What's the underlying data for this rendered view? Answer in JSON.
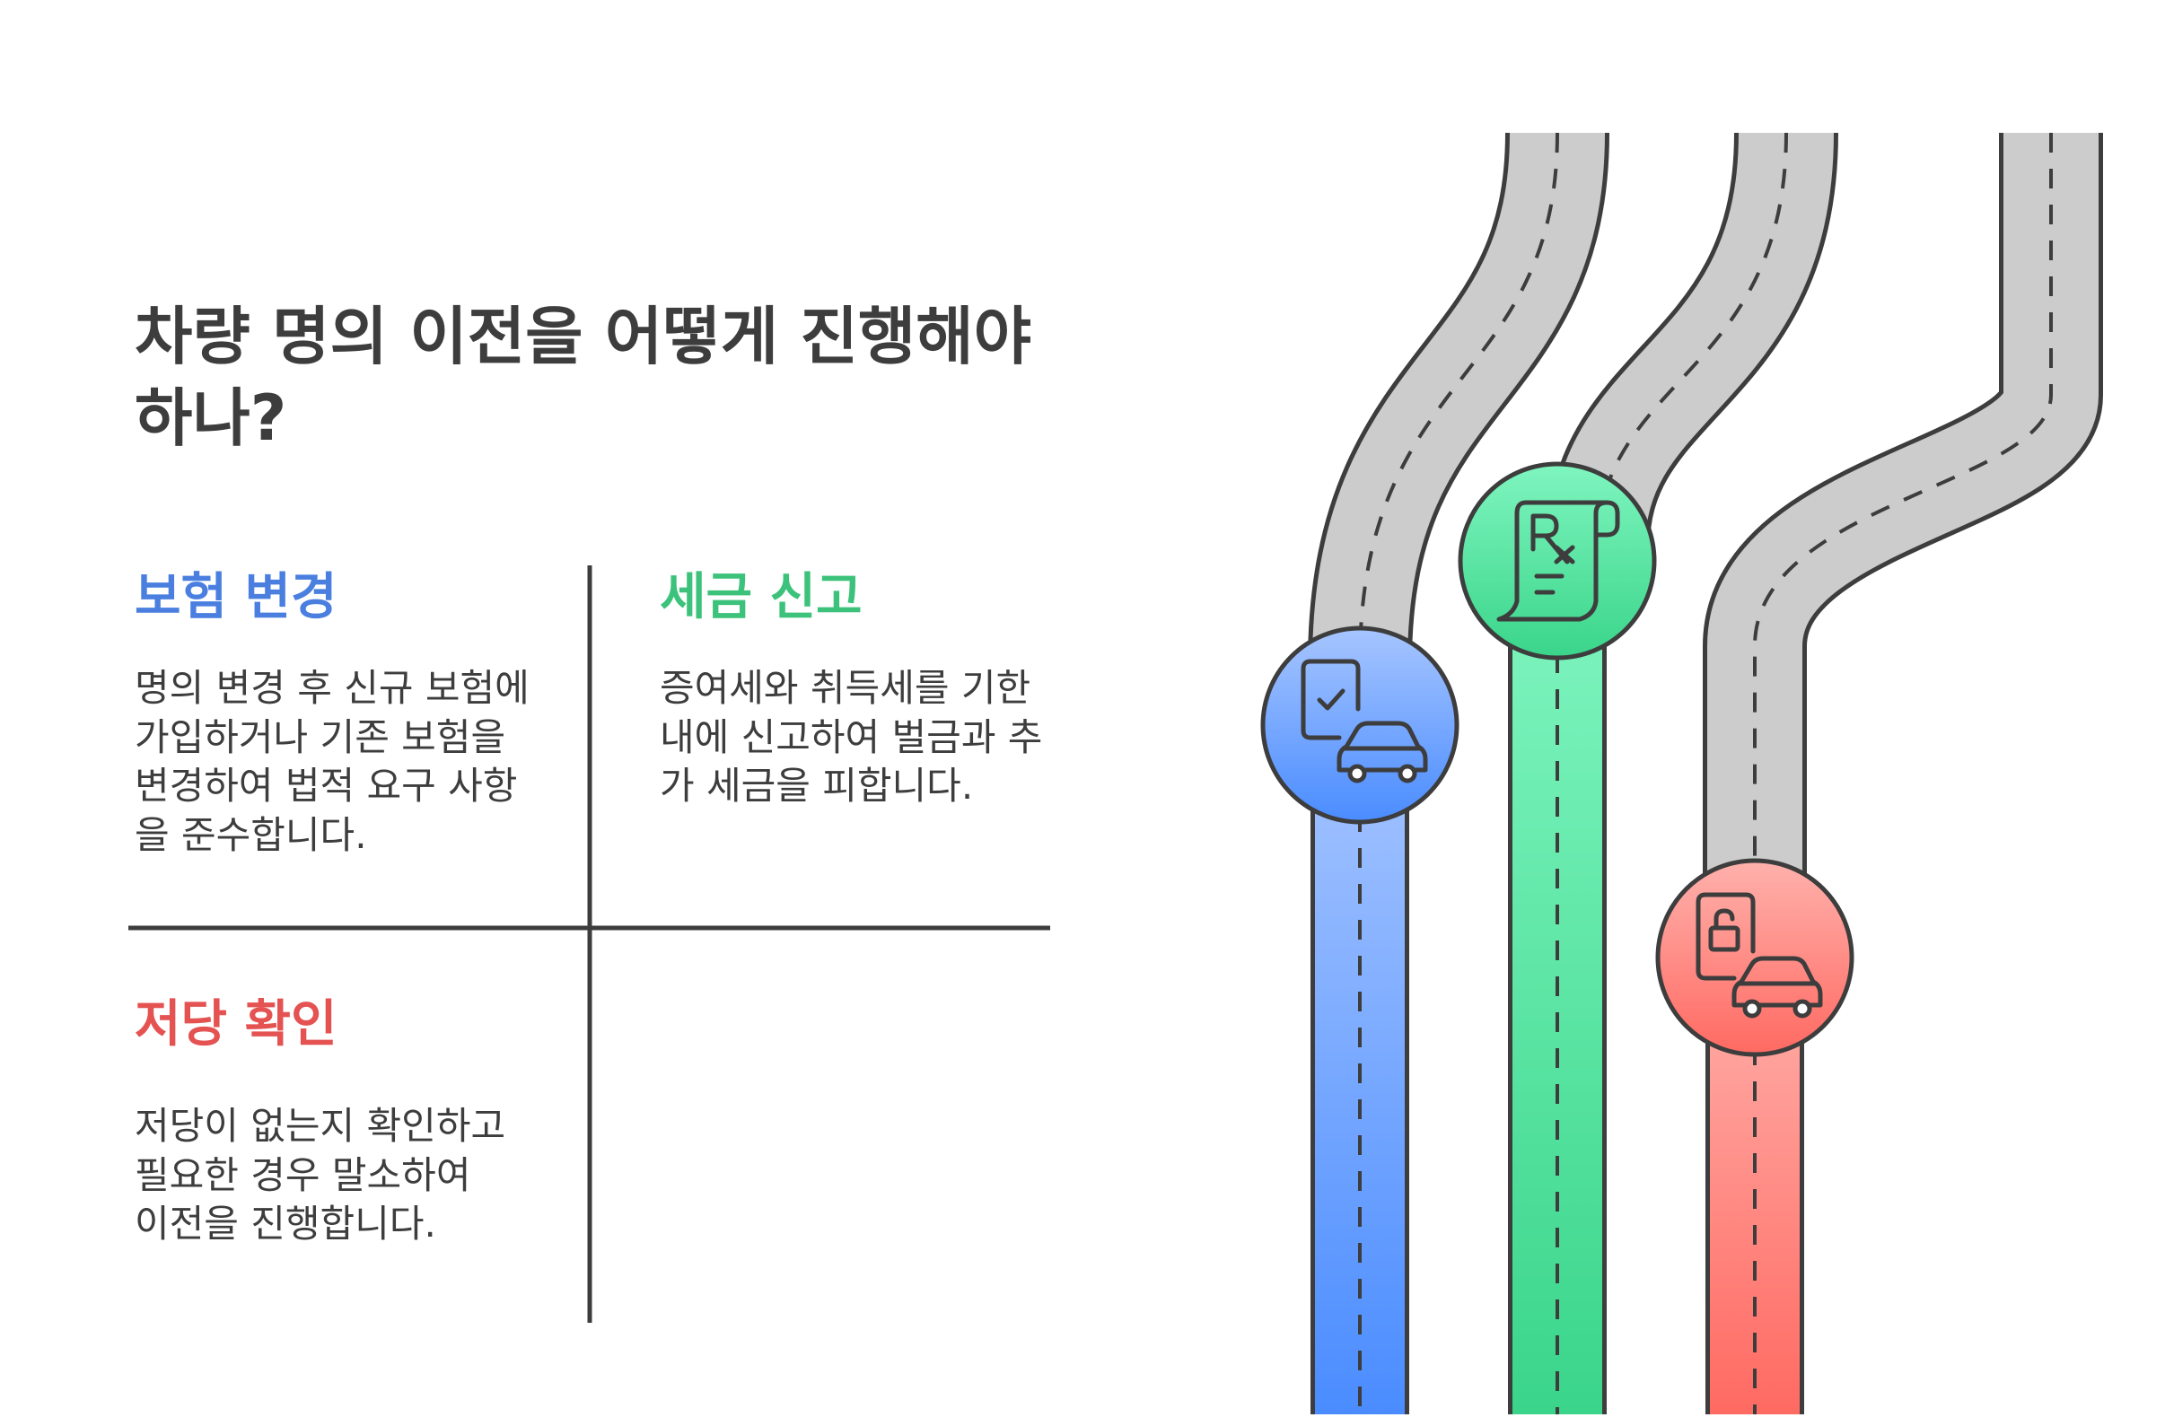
{
  "title": "차량 명의 이전을 어떻게 진행해야 하나?",
  "sections": {
    "insurance": {
      "heading": "보험 변경",
      "body": "명의 변경 후 신규 보험에 가입하거나 기존 보험을 변경하여 법적 요구 사항을 준수합니다.",
      "color": "#4a7fe0"
    },
    "tax": {
      "heading": "세금 신고",
      "body": "증여세와 취득세를 기한 내에 신고하여 벌금과 추가 세금을 피합니다.",
      "color": "#3cc27a"
    },
    "lien": {
      "heading": "저당 확인",
      "body": "저당이 없는지 확인하고 필요한 경우 말소하여 이전을 진행합니다.",
      "color": "#e45252"
    }
  },
  "roads": {
    "insurance": {
      "color_top": "#a6c5ff",
      "color_bottom": "#4a8cff",
      "icon": "document-check-car-icon"
    },
    "tax": {
      "color_top": "#7ff5bf",
      "color_bottom": "#3ad58a",
      "icon": "prescription-scroll-icon"
    },
    "lien": {
      "color_top": "#ffb1ac",
      "color_bottom": "#ff6a62",
      "icon": "document-lock-car-icon"
    },
    "road_gray": "#cccccc",
    "line_color": "#3d3d3d"
  }
}
